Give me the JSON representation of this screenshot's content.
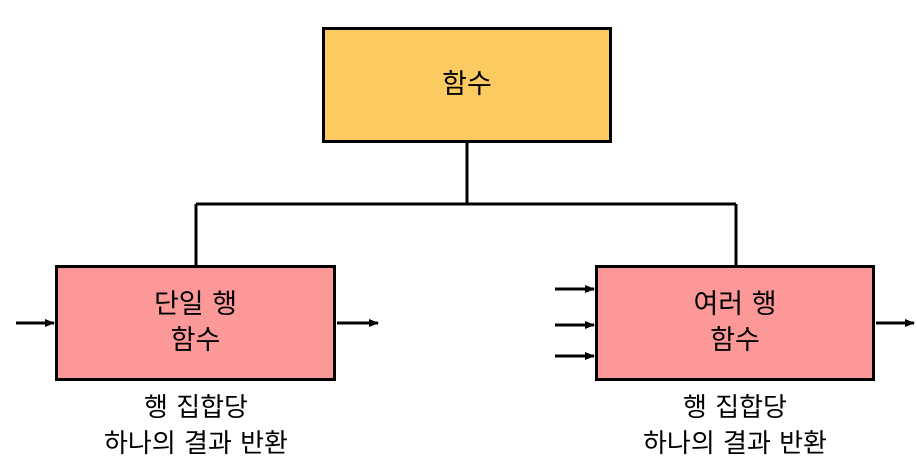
{
  "colors": {
    "top_box_fill": "#FBCB62",
    "function_box_fill": "#FC9898",
    "line": "#000000"
  },
  "top": {
    "label": "함수"
  },
  "single_row": {
    "line1": "단일 행",
    "line2": "함수",
    "caption_line1": "행 집합당",
    "caption_line2": "하나의 결과 반환"
  },
  "multi_row": {
    "line1": "여러 행",
    "line2": "함수",
    "caption_line1": "행 집합당",
    "caption_line2": "하나의 결과 반환"
  }
}
